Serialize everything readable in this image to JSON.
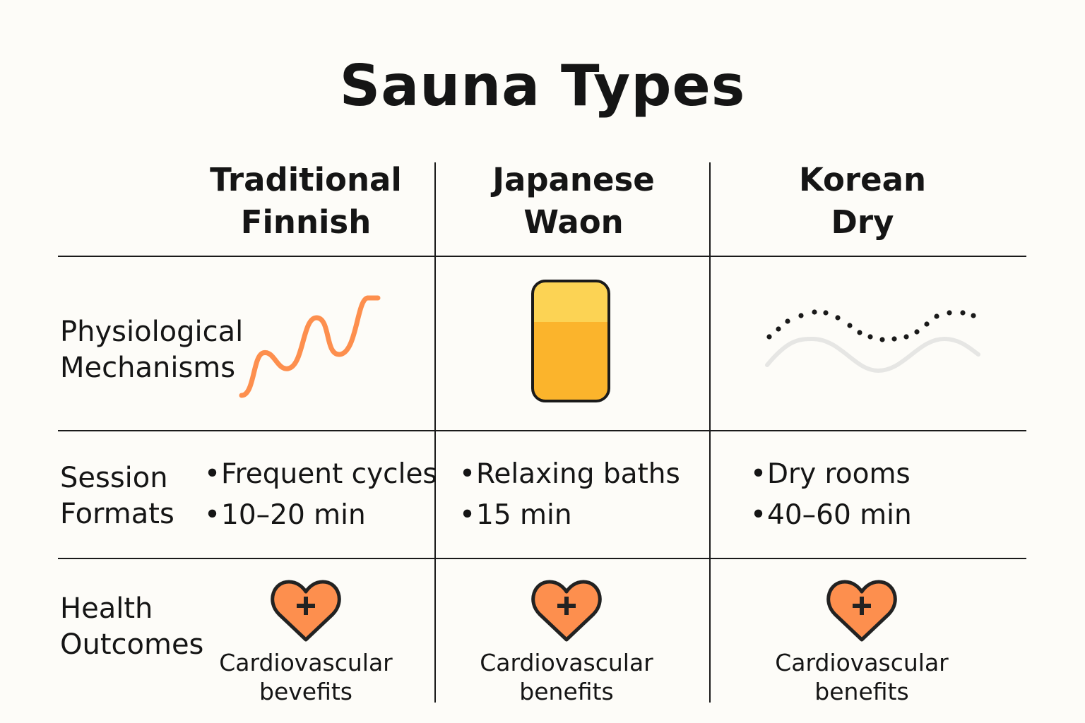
{
  "title": "Sauna Types",
  "columns": [
    {
      "line1": "Traditional",
      "line2": "Finnish"
    },
    {
      "line1": "Japanese",
      "line2": "Waon"
    },
    {
      "line1": "Korean",
      "line2": "Dry"
    }
  ],
  "rows": {
    "physiological": {
      "line1": "Physiological",
      "line2": "Mechanisms"
    },
    "session": {
      "line1": "Session",
      "line2": "Formats"
    },
    "health": {
      "line1": "Health",
      "line2": "Outcomes"
    }
  },
  "sessions": [
    {
      "items": [
        "Frequent cycles",
        "10–20 min"
      ]
    },
    {
      "items": [
        "Relaxing baths",
        "15 min"
      ]
    },
    {
      "items": [
        "Dry rooms",
        "40–60 min"
      ]
    }
  ],
  "bullet_char": "•",
  "outcomes": [
    {
      "line1": "Cardiovascular",
      "line2": "bevefits",
      "icon": "heart-plus-icon"
    },
    {
      "line1": "Cardiovascular",
      "line2": "benefits",
      "icon": "heart-plus-icon"
    },
    {
      "line1": "Cardiovascular",
      "line2": "benefits",
      "icon": "heart-plus-icon"
    }
  ],
  "colors": {
    "orange": "#fd8f4e",
    "yellow_top": "#fcd354",
    "yellow_bottom": "#fbb42c",
    "grey": "#e6e6e4",
    "ink": "#1a1a1a"
  }
}
